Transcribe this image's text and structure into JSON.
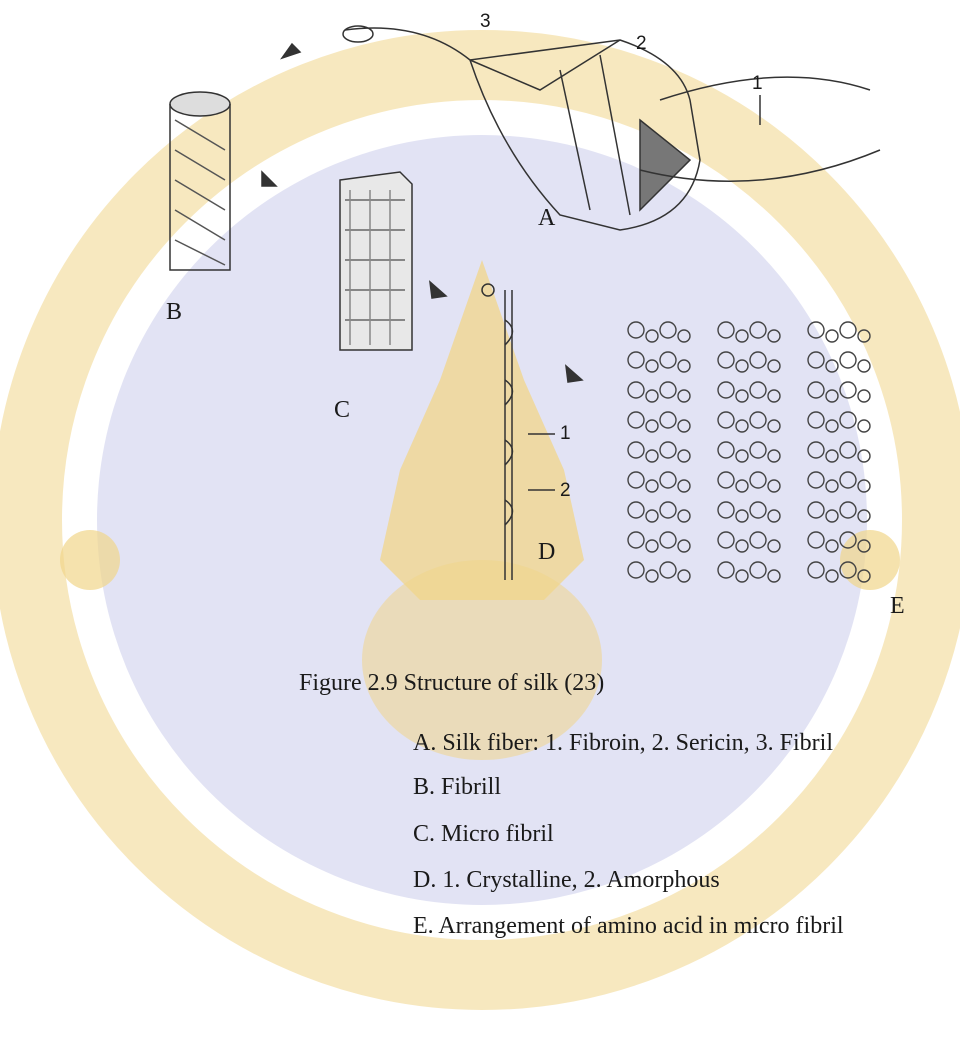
{
  "figure": {
    "panel_labels": {
      "a": "A",
      "b": "B",
      "c": "C",
      "d": "D",
      "e": "E"
    },
    "part_numbers": {
      "a1": "1",
      "a2": "2",
      "a3": "3",
      "d1": "1",
      "d2": "2"
    },
    "caption": "Figure 2.9 Structure of silk (23)",
    "legend": [
      "A. Silk fiber: 1. Fibroin, 2. Sericin, 3. Fibril",
      "B. Fibrill",
      "C. Micro fibril",
      "D. 1. Crystalline, 2. Amorphous",
      "E. Arrangement of amino acid in micro fibril"
    ]
  },
  "watermark": {
    "seal_colors": {
      "gold": "#f1d58a",
      "blue": "#c9cbe7",
      "blue_dark": "#b7bbdf"
    }
  }
}
